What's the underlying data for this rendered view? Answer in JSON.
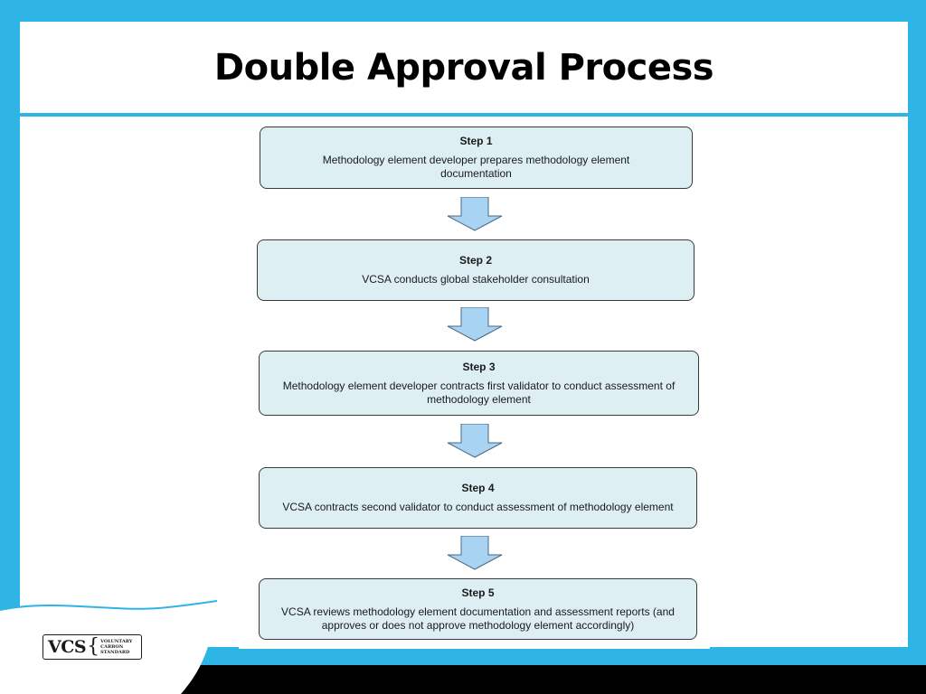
{
  "slide": {
    "title": "Double Approval Process",
    "colors": {
      "background": "#2FB4E6",
      "panel": "#FFFFFF",
      "step_fill": "#DDEFF3",
      "arrow_fill": "#A9D3F2"
    }
  },
  "steps": [
    {
      "title": "Step 1",
      "description": "Methodology element developer prepares methodology element documentation"
    },
    {
      "title": "Step 2",
      "description": "VCSA conducts global stakeholder consultation"
    },
    {
      "title": "Step 3",
      "description": "Methodology element developer contracts first validator to conduct assessment of methodology element"
    },
    {
      "title": "Step 4",
      "description": "VCSA contracts second validator to conduct assessment of methodology element"
    },
    {
      "title": "Step 5",
      "description": "VCSA reviews methodology element documentation and assessment reports (and approves or does not approve methodology element accordingly)"
    }
  ],
  "logo": {
    "mark": "VCS",
    "words": [
      "VOLUNTARY",
      "CARBON",
      "STANDARD"
    ]
  }
}
